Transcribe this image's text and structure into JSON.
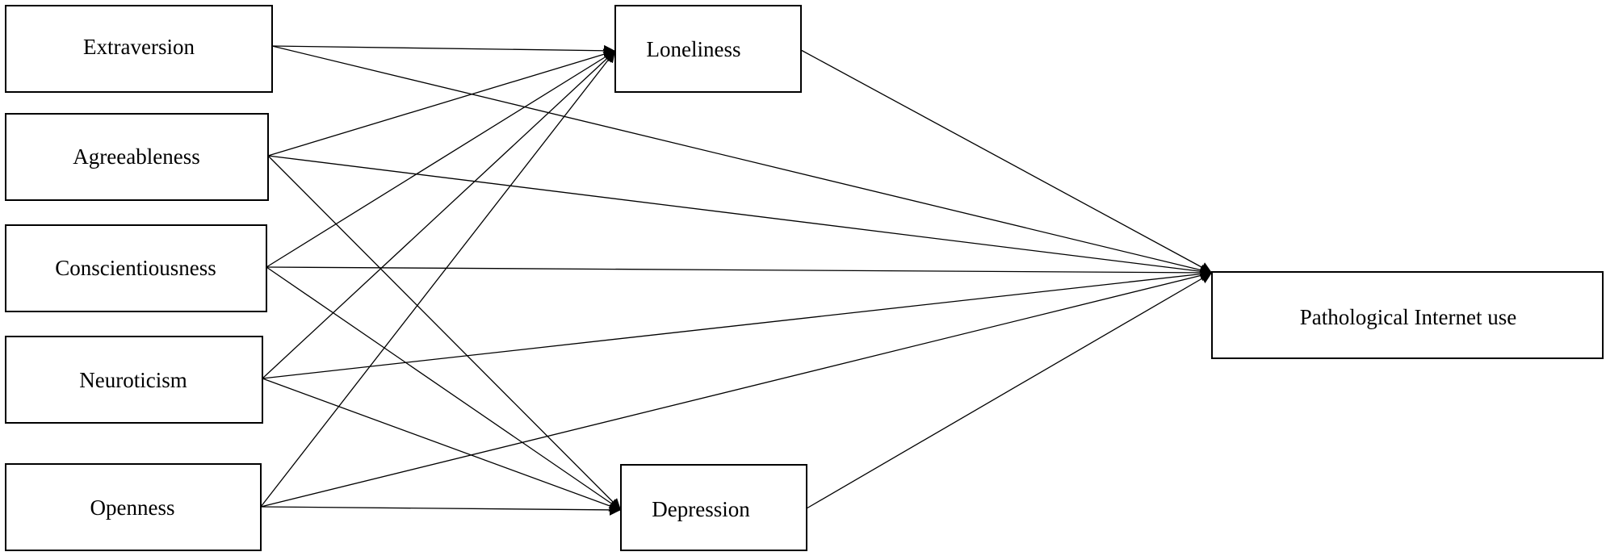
{
  "diagram": {
    "nodes": {
      "extraversion": "Extraversion",
      "agreeableness": "Agreeableness",
      "conscientiousness": "Conscientiousness",
      "neuroticism": "Neuroticism",
      "openness": "Openness",
      "loneliness": "Loneliness",
      "depression": "Depression",
      "pathological_internet_use": "Pathological Internet use"
    },
    "edges": [
      {
        "from": "extraversion",
        "to": "loneliness"
      },
      {
        "from": "extraversion",
        "to": "pathological_internet_use"
      },
      {
        "from": "agreeableness",
        "to": "loneliness"
      },
      {
        "from": "agreeableness",
        "to": "pathological_internet_use"
      },
      {
        "from": "agreeableness",
        "to": "depression"
      },
      {
        "from": "conscientiousness",
        "to": "loneliness"
      },
      {
        "from": "conscientiousness",
        "to": "pathological_internet_use"
      },
      {
        "from": "conscientiousness",
        "to": "depression"
      },
      {
        "from": "neuroticism",
        "to": "loneliness"
      },
      {
        "from": "neuroticism",
        "to": "pathological_internet_use"
      },
      {
        "from": "neuroticism",
        "to": "depression"
      },
      {
        "from": "openness",
        "to": "loneliness"
      },
      {
        "from": "openness",
        "to": "pathological_internet_use"
      },
      {
        "from": "openness",
        "to": "depression"
      },
      {
        "from": "loneliness",
        "to": "pathological_internet_use"
      },
      {
        "from": "depression",
        "to": "pathological_internet_use"
      }
    ]
  }
}
